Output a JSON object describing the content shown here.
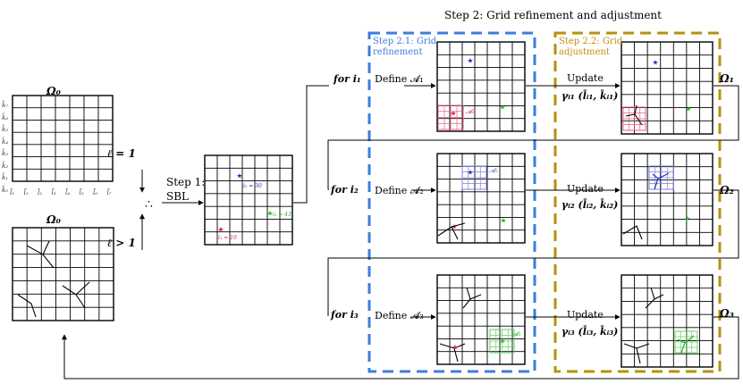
{
  "step2_title": "Step 2:  Grid refinement and adjustment",
  "step21": {
    "line1": "Step 2.1: Grid",
    "line2": "refinement"
  },
  "step22": {
    "line1": "Step 2.2: Grid",
    "line2": "adjustment"
  },
  "omega0_top": "Ω₀",
  "omega0_bottom": "Ω₀",
  "l_eq_1": "ℓ = 1",
  "l_gt_1": "ℓ > 1",
  "step1": {
    "line1": "Step 1:",
    "line2": "SBL"
  },
  "dots": "∴",
  "k_ticks": [
    "k̃₇",
    "k̃₆",
    "k̃₅",
    "k̃₄",
    "k̃₃",
    "k̃₂",
    "k̃₁",
    "k̃₀"
  ],
  "l_ticks": [
    "l̃₀",
    "l̃₁",
    "l̃₂",
    "l̃₃",
    "l̃₄",
    "l̃₅",
    "l̃₆",
    "l̃₇"
  ],
  "sbl_points": {
    "blue": "i₂ = 30",
    "green": "i₃ = 43",
    "red": "i₁ = 10"
  },
  "rows": [
    {
      "for_label": "for i₁",
      "define": "Define 𝓐₁",
      "update": "Update",
      "gamma": "γᵢ₁ (l̄ᵢ₁, k̄ᵢ₁)",
      "omega": "Ω₁",
      "a_mark": "𝓐₁"
    },
    {
      "for_label": "for i₂",
      "define": "Define 𝓐₂",
      "update": "Update",
      "gamma": "γᵢ₂ (l̄ᵢ₂, k̄ᵢ₂)",
      "omega": "Ω₂",
      "a_mark": "𝓐₂"
    },
    {
      "for_label": "for i₃",
      "define": "Define 𝓐₃",
      "update": "Update",
      "gamma": "γᵢ₃ (l̄ᵢ₃, k̄ᵢ₃)",
      "omega": "Ω₃",
      "a_mark": "𝓐₃"
    }
  ],
  "colors": {
    "blue_box": "#3b7de0",
    "gold_box": "#b8900e",
    "red": "#e0203a",
    "blue_pt": "#2030d0",
    "green_pt": "#20c020",
    "pink_grid": "#e86080",
    "violet_grid": "#8080e0",
    "green_grid": "#60d060"
  }
}
